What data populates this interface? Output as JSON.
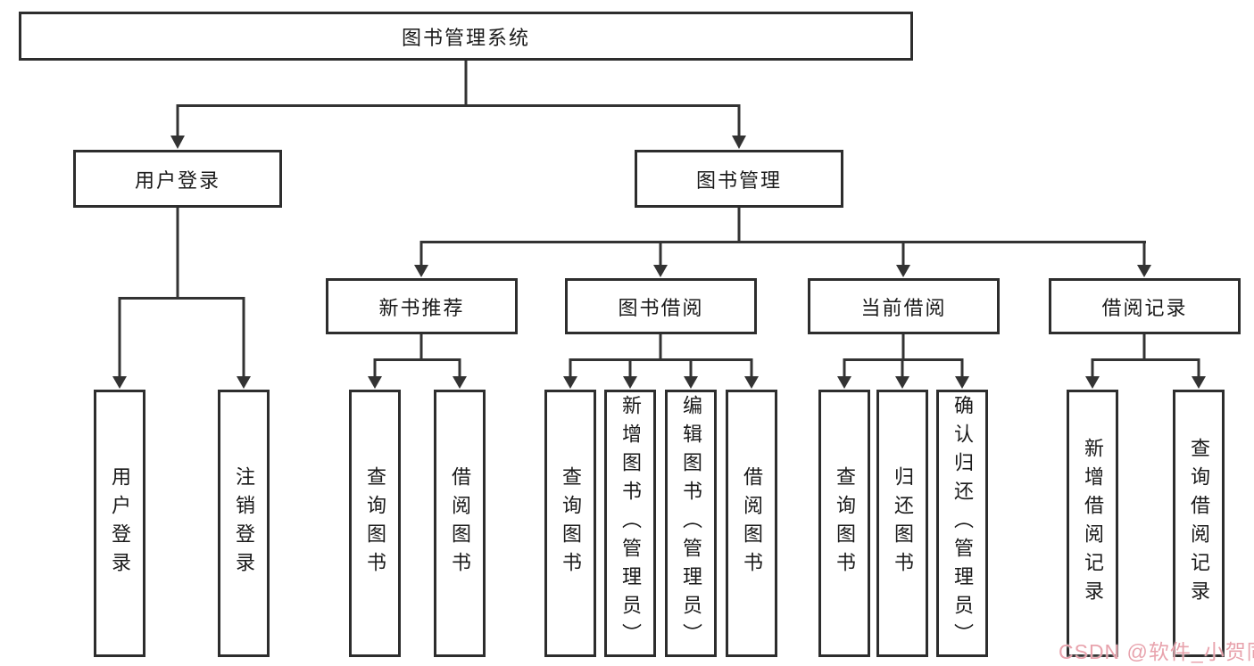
{
  "diagram": {
    "root": {
      "label": "图书管理系统"
    },
    "level1": [
      {
        "label": "用户登录",
        "parent": "图书管理系统"
      },
      {
        "label": "图书管理",
        "parent": "图书管理系统"
      }
    ],
    "level2": [
      {
        "label": "新书推荐",
        "parent": "图书管理"
      },
      {
        "label": "图书借阅",
        "parent": "图书管理"
      },
      {
        "label": "当前借阅",
        "parent": "图书管理"
      },
      {
        "label": "借阅记录",
        "parent": "图书管理"
      }
    ],
    "leaves": [
      {
        "label": "用户登录",
        "parent": "用户登录"
      },
      {
        "label": "注销登录",
        "parent": "用户登录"
      },
      {
        "label": "查询图书",
        "parent": "新书推荐"
      },
      {
        "label": "借阅图书",
        "parent": "新书推荐"
      },
      {
        "label": "查询图书",
        "parent": "图书借阅"
      },
      {
        "label": "新增图书（管理员）",
        "parent": "图书借阅"
      },
      {
        "label": "编辑图书（管理员）",
        "parent": "图书借阅"
      },
      {
        "label": "借阅图书",
        "parent": "图书借阅"
      },
      {
        "label": "查询图书",
        "parent": "当前借阅"
      },
      {
        "label": "归还图书",
        "parent": "当前借阅"
      },
      {
        "label": "确认归还（管理员）",
        "parent": "当前借阅"
      },
      {
        "label": "新增借阅记录",
        "parent": "借阅记录"
      },
      {
        "label": "查询借阅记录",
        "parent": "借阅记录"
      }
    ],
    "colors": {
      "line": "#333333",
      "box_border": "#2d2d2d",
      "text": "#1a1a1a",
      "background": "#ffffff"
    }
  },
  "watermark": {
    "text": "CSDN @软件_小贺同学",
    "color": "#e8a3ad"
  }
}
